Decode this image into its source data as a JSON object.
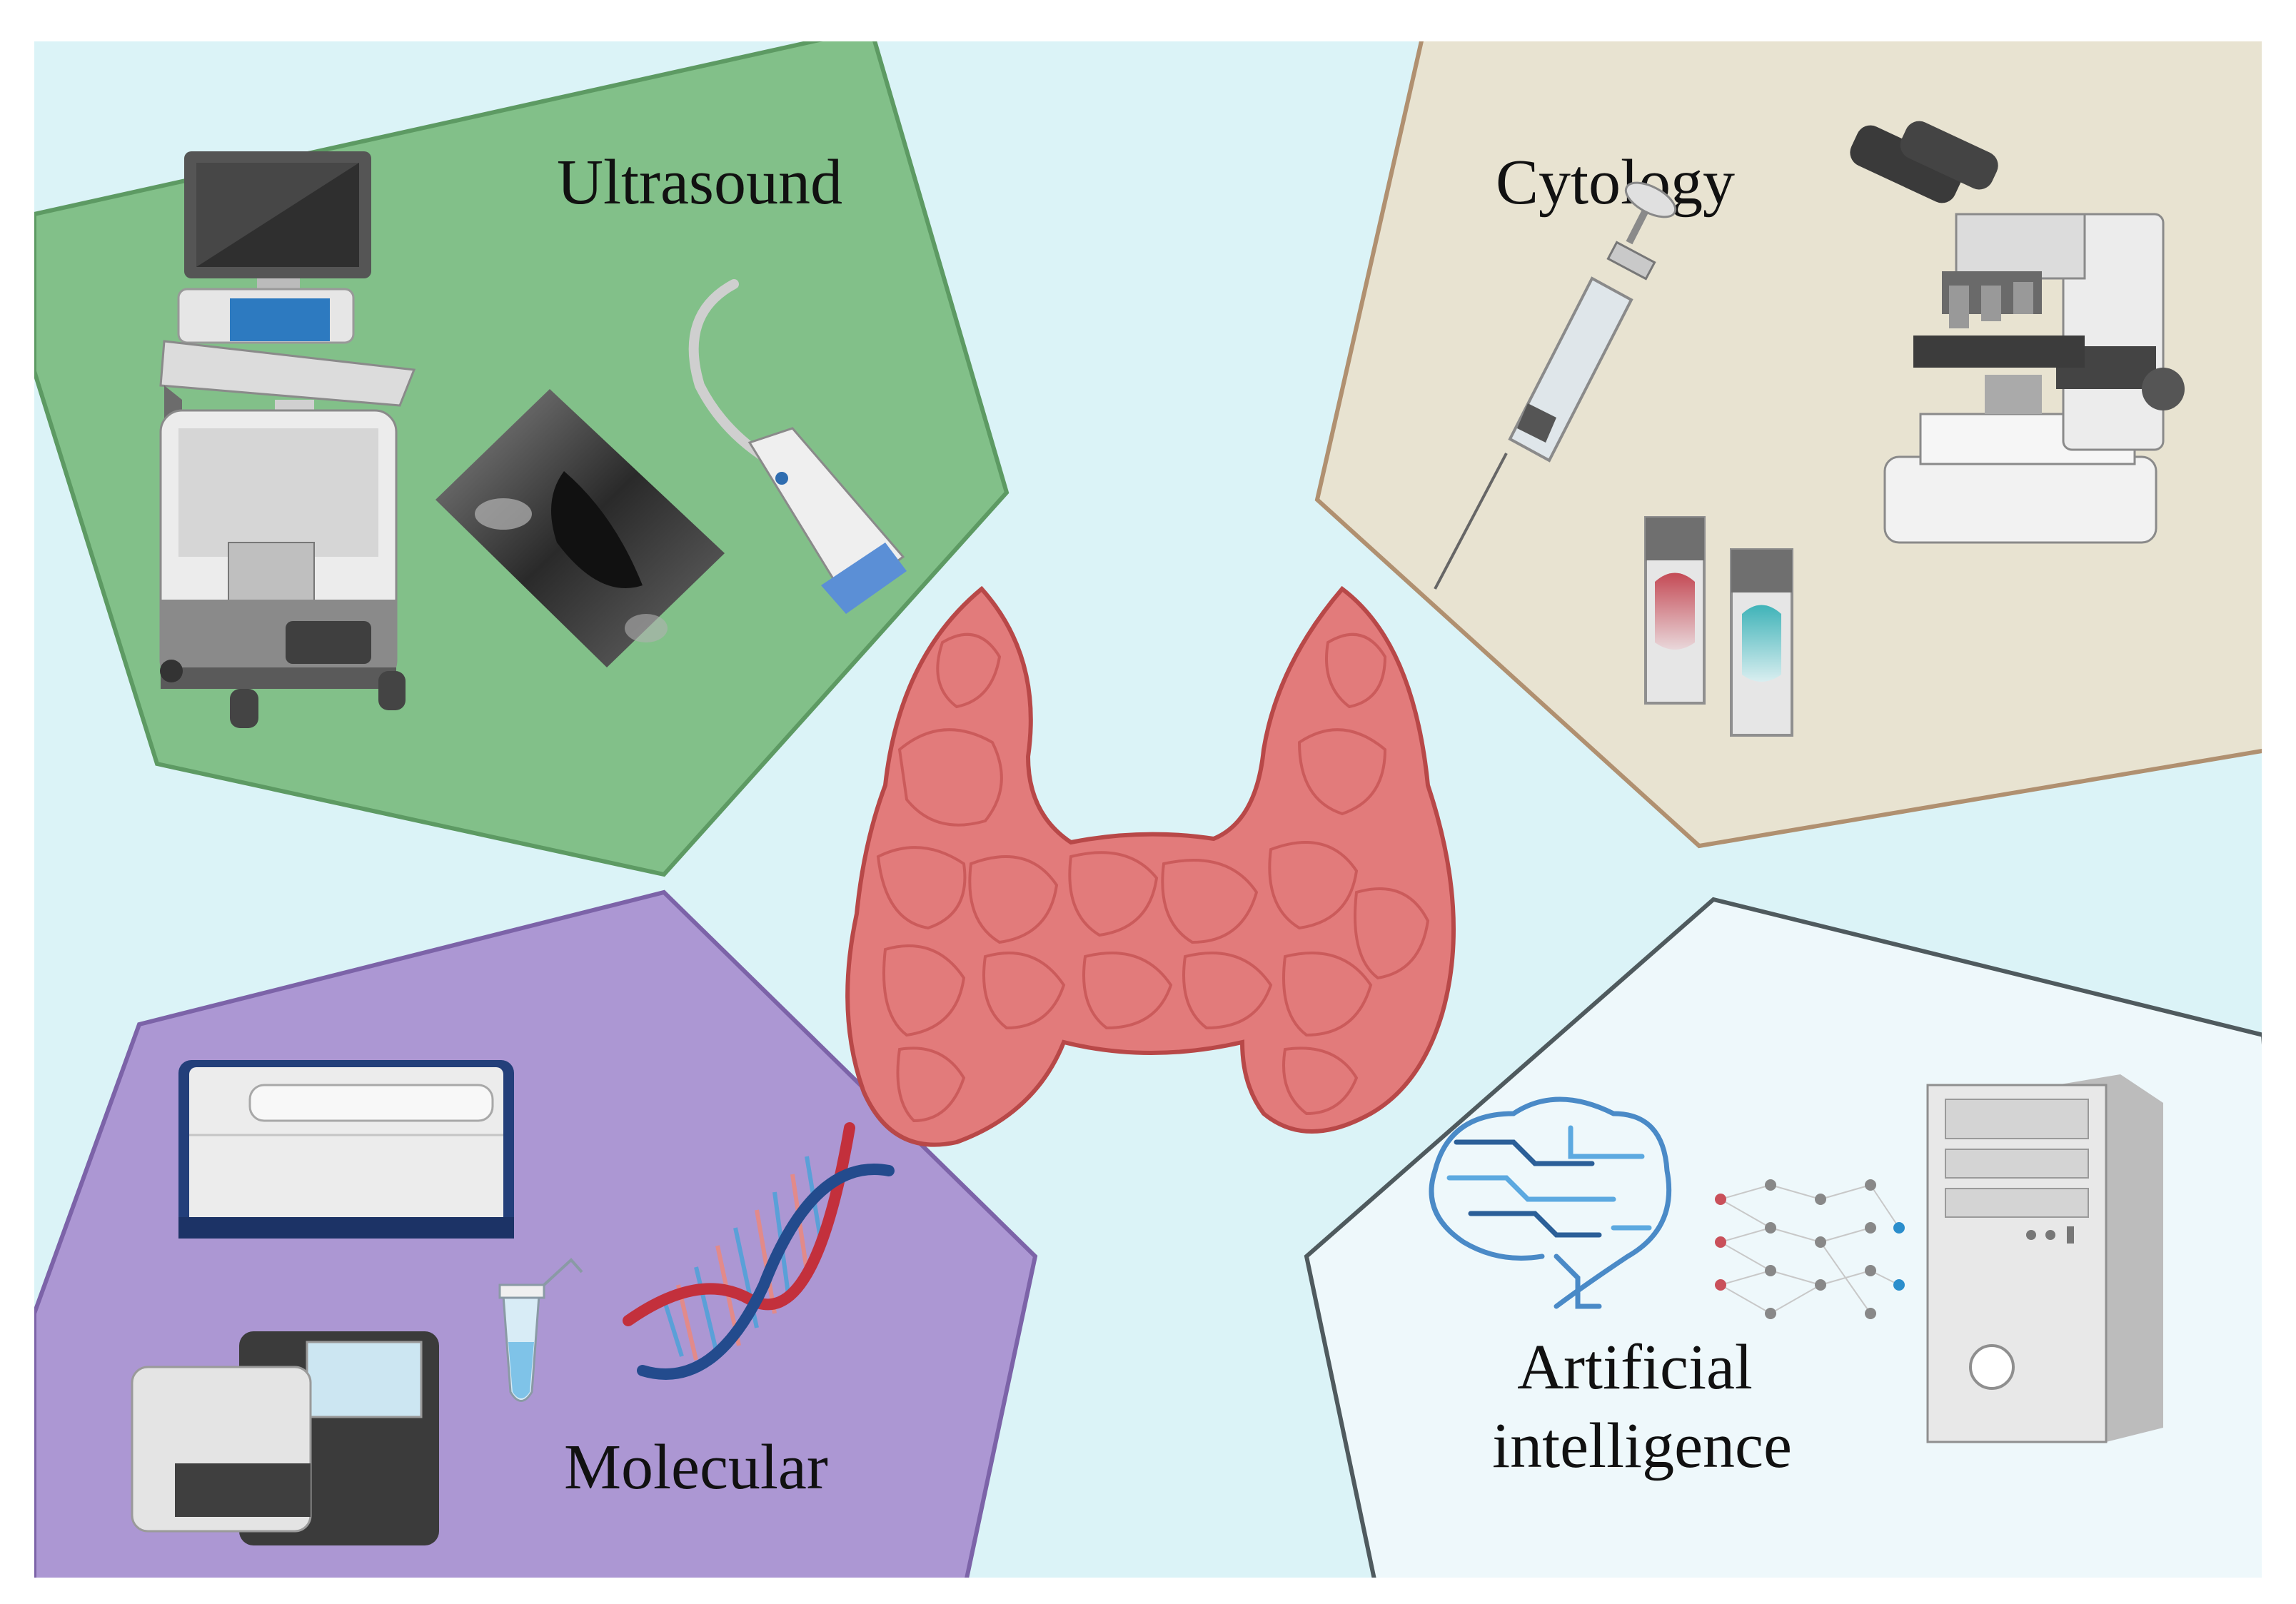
{
  "colors": {
    "background": "#dbf3f7",
    "ultrasound": "#82c089",
    "cytology": "#e8e3d1",
    "molecular": "#ac97d3",
    "ai": "#eef8fb",
    "thyroid": "#e27b7b",
    "thyroid_outline": "#b84848"
  },
  "panels": {
    "ultrasound": {
      "label": "Ultrasound"
    },
    "cytology": {
      "label": "Cytology"
    },
    "molecular": {
      "label": "Molecular"
    },
    "ai": {
      "label_line1": "Artificial",
      "label_line2": "intelligence"
    }
  },
  "icons": {
    "ultrasound": [
      "ultrasound-machine-icon",
      "ultrasound-image-icon",
      "ultrasound-probe-icon"
    ],
    "cytology": [
      "syringe-icon",
      "microscope-icon",
      "sample-vials-icon"
    ],
    "molecular": [
      "sequencer-icon",
      "pcr-machine-icon",
      "microtube-icon",
      "dna-helix-icon"
    ],
    "ai": [
      "circuit-brain-icon",
      "neural-network-icon",
      "computer-tower-icon"
    ],
    "center": "thyroid-gland-icon"
  }
}
